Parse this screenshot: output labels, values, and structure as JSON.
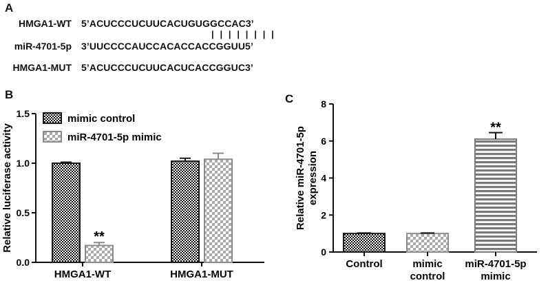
{
  "panel_a": {
    "letter": "A",
    "rows": [
      {
        "label": "HMGA1-WT",
        "sequence": "5’ACUCCCUCUUCACUGUGGCCAC3’"
      },
      {
        "label": "miR-4701-5p",
        "sequence": "3’UUCCCCAUCCACACCACCGGUU5’"
      },
      {
        "label": "HMGA1-MUT",
        "sequence": "5’ACUCCCUCUUCACUCACCGGUC3’"
      }
    ],
    "pairing_marks": "| | | | | | | |"
  },
  "patterns": {
    "dark_check": "dark-check-pattern",
    "light_check": "light-check-pattern",
    "stripes": "horizontal-stripe-pattern"
  },
  "chart_data": [
    {
      "panel": "B",
      "type": "bar",
      "title": "",
      "xlabel": "",
      "ylabel": "Relative luciferase activity",
      "ylim": [
        0,
        1.5
      ],
      "yticks": [
        "0.0",
        "0.5",
        "1.0",
        "1.5"
      ],
      "categories": [
        "HMGA1-WT",
        "HMGA1-MUT"
      ],
      "series": [
        {
          "name": "mimic control",
          "values": [
            1.0,
            1.02
          ],
          "errors": [
            0.01,
            0.03
          ],
          "pattern": "dark_check",
          "color": "#1a1a1a"
        },
        {
          "name": "miR-4701-5p mimic",
          "values": [
            0.17,
            1.04
          ],
          "errors": [
            0.03,
            0.06
          ],
          "pattern": "light_check",
          "color": "#8c8c8c"
        }
      ],
      "annotations": [
        {
          "category": 0,
          "series": 1,
          "text": "**"
        }
      ],
      "legend_position": "top-left"
    },
    {
      "panel": "C",
      "type": "bar",
      "title": "",
      "xlabel": "",
      "ylabel": [
        "Relative miR-4701-5p",
        "expression"
      ],
      "ylim": [
        0,
        8
      ],
      "yticks": [
        "0",
        "2",
        "4",
        "6",
        "8"
      ],
      "categories": [
        [
          "Control"
        ],
        [
          "mimic",
          "control"
        ],
        [
          "miR-4701-5p",
          "mimic"
        ]
      ],
      "values": [
        1.0,
        1.0,
        6.1
      ],
      "errors": [
        0.03,
        0.03,
        0.35
      ],
      "bar_patterns": [
        "dark_check",
        "light_check",
        "stripes"
      ],
      "bar_colors": [
        "#1a1a1a",
        "#8c8c8c",
        "#7a7a7a"
      ],
      "annotations": [
        {
          "category": 2,
          "text": "**"
        }
      ]
    }
  ]
}
